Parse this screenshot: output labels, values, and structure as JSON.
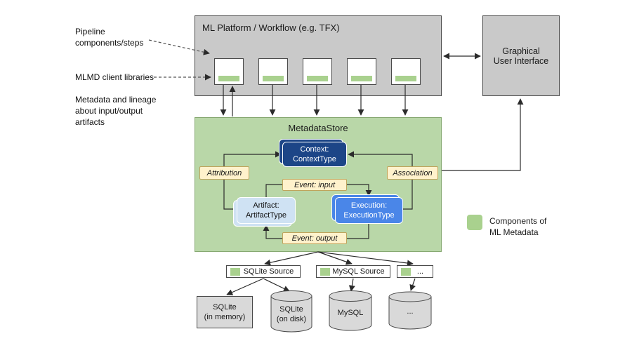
{
  "annotations": {
    "pipeline_components": "Pipeline\ncomponents/steps",
    "mlmd_client_libraries": "MLMD client libraries",
    "metadata_lineage": "Metadata and lineage\nabout input/output\nartifacts"
  },
  "platform": {
    "title": "ML Platform / Workflow (e.g. TFX)"
  },
  "gui": {
    "title": "Graphical\nUser Interface"
  },
  "store": {
    "title": "MetadataStore",
    "context_card": "Context:\nContextType",
    "artifact_card": "Artifact:\nArtifactType",
    "execution_card": "Execution:\nExecutionType",
    "attribution_tag": "Attribution",
    "association_tag": "Association",
    "event_input_tag": "Event: input",
    "event_output_tag": "Event: output"
  },
  "sources": [
    {
      "label": "SQLite Source"
    },
    {
      "label": "MySQL Source"
    },
    {
      "label": "..."
    }
  ],
  "databases": [
    {
      "label": "SQLite\n(in memory)",
      "shape": "rect"
    },
    {
      "label": "SQLite\n(on disk)",
      "shape": "cylinder"
    },
    {
      "label": "MySQL",
      "shape": "cylinder"
    },
    {
      "label": "...",
      "shape": "cylinder"
    }
  ],
  "legend": {
    "label": "Components of\nML Metadata"
  },
  "colors": {
    "component_green": "#a9d18e",
    "store_green": "#b9d7a8",
    "context_blue": "#1c4587",
    "execution_blue": "#4a86e8",
    "artifact_blue": "#cfe2f3",
    "tag_yellow": "#fff2cc",
    "platform_gray": "#c9c9c9",
    "database_gray": "#d9d9d9"
  }
}
